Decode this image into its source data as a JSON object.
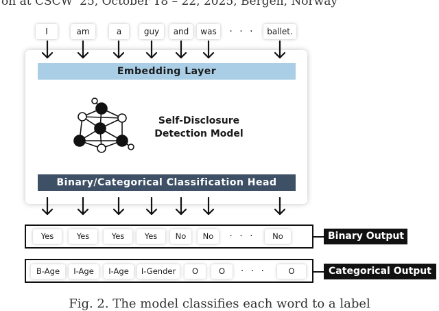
{
  "header": "on at CSCW '25, October 18 – 22, 2025, Bergen, Norway",
  "caption": "Fig. 2. The model classifies each word to a label",
  "input_tokens": [
    "I",
    "am",
    "a",
    "guy",
    "and",
    "was",
    "· · ·",
    "ballet."
  ],
  "model": {
    "embedding_layer": "Embedding Layer",
    "name_line1": "Self-Disclosure",
    "name_line2": "Detection Model",
    "head": "Binary/Categorical Classification Head"
  },
  "binary_output": {
    "label": "Binary Output",
    "values": [
      "Yes",
      "Yes",
      "Yes",
      "Yes",
      "No",
      "No",
      "· · ·",
      "No"
    ]
  },
  "categorical_output": {
    "label": "Categorical Output",
    "values": [
      "B-Age",
      "I-Age",
      "I-Age",
      "I-Gender",
      "O",
      "O",
      "· · ·",
      "O"
    ]
  },
  "colors": {
    "embedding": "#a9cee6",
    "head": "#3e5066",
    "label_bg": "#111111"
  },
  "icons": [
    "neural-network-icon",
    "down-arrow-icon"
  ]
}
